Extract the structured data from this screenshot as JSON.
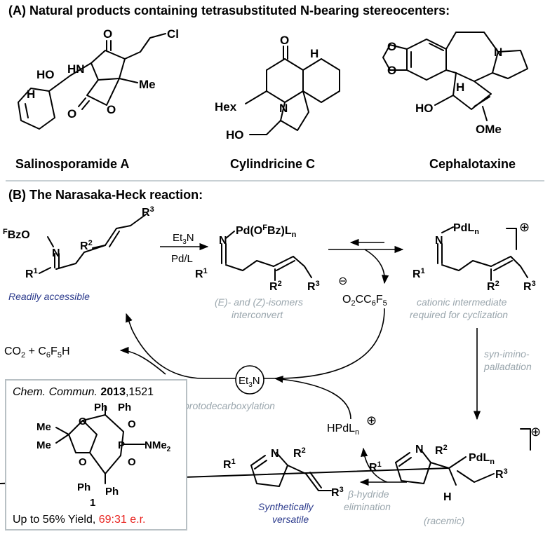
{
  "section_a": {
    "title": "(A) Natural products containing tetrasubstituted N-bearing stereocenters:",
    "compounds": [
      {
        "name": "Salinosporamide A",
        "atoms": [
          "O",
          "HN",
          "Cl",
          "HO",
          "H",
          "Me",
          "O",
          "O"
        ]
      },
      {
        "name": "Cylindricine C",
        "atoms": [
          "O",
          "H",
          "Hex",
          "N",
          "HO"
        ]
      },
      {
        "name": "Cephalotaxine",
        "atoms": [
          "O",
          "O",
          "N",
          "H",
          "HO",
          "OMe"
        ]
      }
    ]
  },
  "section_b": {
    "title": "(B) The Narasaka-Heck reaction:",
    "substrate": {
      "lg": "FBzO",
      "n": "N",
      "r1": "R1",
      "r2": "R2",
      "r3": "R3",
      "caption": "Readily accessible"
    },
    "conditions": {
      "top": "Et3N",
      "bottom": "Pd/L"
    },
    "pd_complex": {
      "label": "N",
      "pd": "Pd(OFBz)Ln",
      "r1": "R1",
      "r2": "R2",
      "r3": "R3",
      "caption_line1": "(E)- and (Z)-isomers",
      "caption_line2": "interconvert"
    },
    "cationic": {
      "label": "N",
      "pd": "PdLn",
      "charge": "+",
      "r1": "R1",
      "r2": "R2",
      "r3": "R3",
      "caption_line1": "cationic intermediate",
      "caption_line2": "required for cyclization"
    },
    "carboxylate": {
      "charge": "−",
      "formula": "O2CC6F5"
    },
    "step_label_line1": "syn-imino-",
    "step_label_line2": "palladation",
    "cyclized": {
      "n": "N",
      "r1": "R1",
      "r2": "R2",
      "r3": "R3",
      "pd": "PdLn",
      "h": "H",
      "charge": "+",
      "caption": "(racemic)"
    },
    "product": {
      "n": "N",
      "r1": "R1",
      "r2": "R2",
      "r3": "R3",
      "caption_line1": "Synthetically",
      "caption_line2": "versatile"
    },
    "beta_label_line1": "β-hydride",
    "beta_label_line2": "elimination",
    "hpd": {
      "label": "HPdLn",
      "charge": "+"
    },
    "base": "Et3N",
    "protodecarb": "protodecarboxylation",
    "byproducts": "CO2  + C6F5H",
    "ref_box": {
      "journal": "Chem. Commun.",
      "year": "2013",
      "page": ",1521",
      "ligand_atoms": [
        "Ph",
        "Ph",
        "Me",
        "Me",
        "O",
        "O",
        "O",
        "O",
        "P",
        "NMe2",
        "Ph",
        "Ph"
      ],
      "compound_number": "1",
      "result_prefix": "Up to 56% Yield, ",
      "result_er": "69:31 e.r."
    }
  },
  "colors": {
    "caption_gray": "#9aa6ad",
    "caption_blue": "#2b3a8c",
    "er_red": "#e8231f",
    "divider": "#c8d0d4",
    "box_border": "#b8c0c4"
  }
}
